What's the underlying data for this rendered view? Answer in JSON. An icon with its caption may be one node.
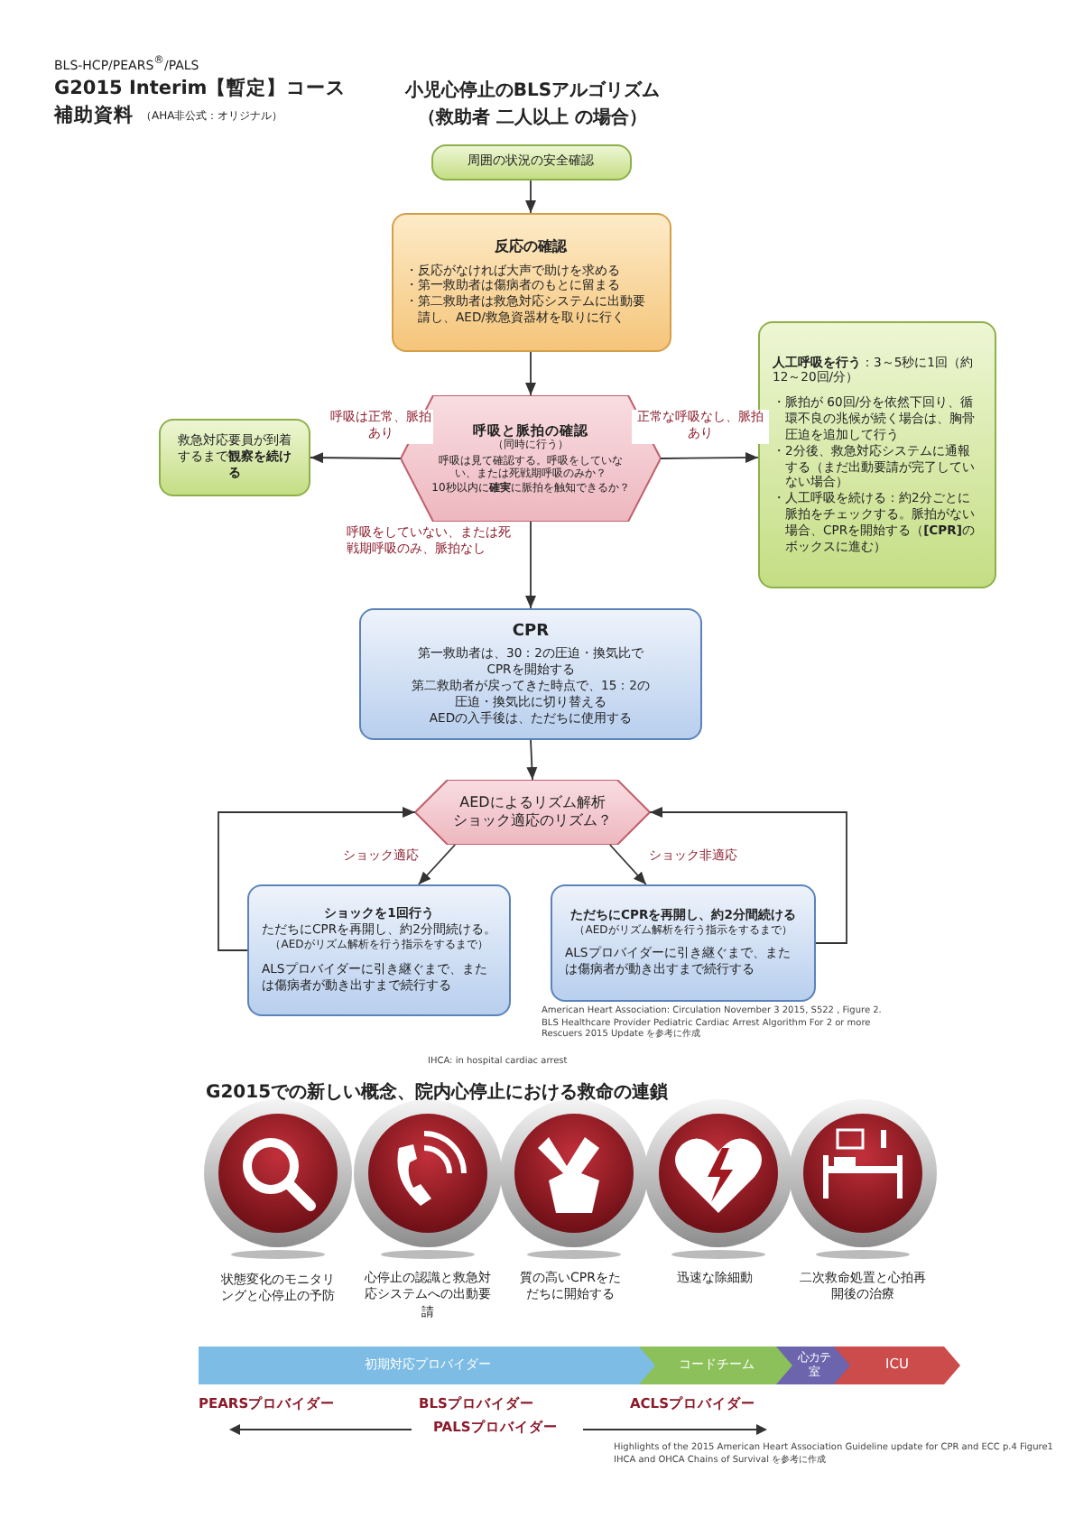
{
  "diagram": {
    "title": "小児心停止のBLSアルゴリズム（救助者 二人以上 の場合）",
    "nodes": [
      {
        "text": [
          "周囲の状況の安全確認"
        ]
      },
      {
        "text": [
          "反応の確認",
          "・反応がなければ大声で助けを求める",
          "・第一救助者は傷病者のもとに留まる",
          "・第二救助者は救急対応システムに出動要請し、AED/救急資器材を取りに行く"
        ]
      },
      {
        "text": [
          "呼吸と脈拍の確認",
          "（同時に行う）",
          "呼吸は見て確認する。呼吸をしていない、または死戦期呼吸のみか？",
          "10秒以内に**確実**に脈拍を触知できるか？"
        ]
      },
      {
        "text": [
          "救急対応要員が到着するまで**観察を続ける**"
        ]
      },
      {
        "text": [
          "**人工呼吸を行う**：3～5秒に1回（約12～20回/分）",
          "・脈拍が 60回/分を依然下回り、循環不良の兆候が続く場合は、胸骨圧迫を追加して行う",
          "・2分後、救急対応システムに通報する（まだ出動要請が完了していない場合）",
          "・人工呼吸を続ける：約2分ごとに脈拍をチェックする。脈拍がない場合、CPRを開始する（**[CPR]**のボックスに進む）"
        ]
      },
      {
        "text": [
          "CPR",
          "第一救助者は、30：2の圧迫・換気比でCPRを開始する",
          "第二救助者が戻ってきた時点で、15：2の圧迫・換気比に切り替える",
          "AEDの入手後は、ただちに使用する"
        ]
      },
      {
        "text": [
          "AEDによるリズム解析",
          "ショック適応のリズム？"
        ]
      },
      {
        "text": [
          "ショックを1回行う",
          "ただちにCPRを再開し、約2分間続ける。",
          "（AEDがリズム解析を行う指示をするまで）",
          "ALSプロバイダーに引き継ぐまで、または傷病者が動き出すまで続行する"
        ]
      },
      {
        "text": [
          "ただちにCPRを再開し、約2分間続ける",
          "（AEDがリズム解析を行う指示をするまで）",
          "ALSプロバイダーに引き継ぐまで、または傷病者が動き出すまで続行する"
        ]
      },
      {
        "text": [
          "初期対応プロバイダー"
        ]
      },
      {
        "text": [
          "コードチーム"
        ]
      },
      {
        "text": [
          "心カテ室"
        ]
      },
      {
        "text": [
          "ICU"
        ]
      }
    ],
    "edges": [
      {
        "from": 0,
        "to": 1,
        "arrow": "to"
      },
      {
        "from": 1,
        "to": 2,
        "arrow": "to"
      },
      {
        "from": 2,
        "to": 3,
        "arrow": "to",
        "label": "呼吸は正常、脈拍あり"
      },
      {
        "from": 2,
        "to": 4,
        "arrow": "to",
        "label": "正常な呼吸なし、脈拍あり"
      },
      {
        "from": 2,
        "to": 5,
        "arrow": "to",
        "label": "呼吸をしていない、または死戦期呼吸のみ、脈拍なし"
      },
      {
        "from": 5,
        "to": 6,
        "arrow": "to"
      },
      {
        "from": 6,
        "to": 7,
        "arrow": "to",
        "label": "ショック適応"
      },
      {
        "from": 6,
        "to": 8,
        "arrow": "to",
        "label": "ショック非適応"
      },
      {
        "from": 7,
        "to": 6,
        "arrow": "to"
      },
      {
        "from": 8,
        "to": 6,
        "arrow": "to"
      }
    ],
    "labels": [
      "BLS-HCP/PEARS$^{®}$/PALS",
      "G2015 Interim【暫定】コース",
      "補助資料",
      "（AHA非公式：オリジナル）",
      "American Heart Association: Circulation November 3 2015, S522 , Figure 2. BLS Healthcare Provider Pediatric Cardiac Arrest Algorithm For 2 or more Rescuers 2015 Update を参考に作成",
      "IHCA: in hospital cardiac arrest",
      "G2015での新しい概念、院内心停止における救命の連鎖",
      "状態変化のモニタリングと心停止の予防",
      "心停止の認識と救急対応システムへの出動要請",
      "質の高いCPRをただちに開始する",
      "迅速な除細動",
      "二次救命処置と心拍再開後の治療",
      "PEARSプロバイダー",
      "BLSプロバイダー",
      "ACLSプロバイダー",
      "PALSプロバイダー",
      "Highlights of the 2015 American Heart Association Guideline update for CPR and ECC p.4 Figure1 IHCA and OHCA Chains of Survival を参考に作成"
    ]
  }
}
